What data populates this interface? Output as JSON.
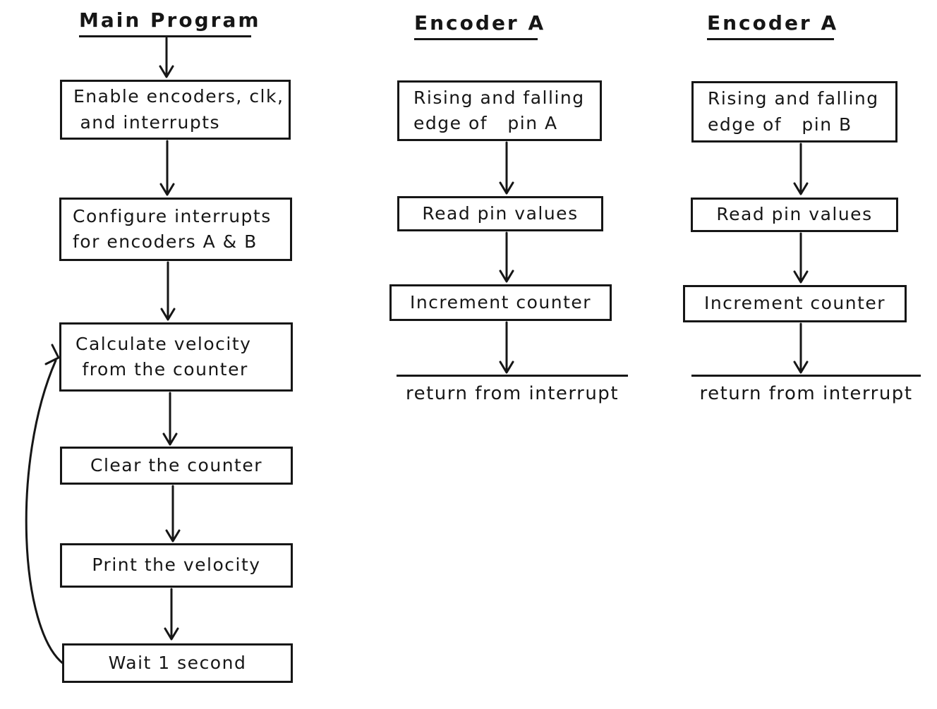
{
  "colors": {
    "ink": "#161616",
    "background": "#ffffff"
  },
  "columns": [
    {
      "title": "Main Program",
      "boxes": [
        {
          "label": "Enable encoders, clk,\n and interrupts"
        },
        {
          "label": "Configure interrupts\nfor encoders A & B"
        },
        {
          "label": "Calculate velocity\n from the counter"
        },
        {
          "label": "Clear the counter"
        },
        {
          "label": "Print the velocity"
        },
        {
          "label": "Wait 1 second"
        }
      ]
    },
    {
      "title": "Encoder A",
      "boxes": [
        {
          "label": "Rising and falling\nedge of   pin A"
        },
        {
          "label": "Read pin values"
        },
        {
          "label": "Increment counter"
        }
      ],
      "terminal_label": "return from interrupt"
    },
    {
      "title": "Encoder A",
      "boxes": [
        {
          "label": "Rising and falling\nedge of   pin B"
        },
        {
          "label": "Read pin values"
        },
        {
          "label": "Increment counter"
        }
      ],
      "terminal_label": "return from interrupt"
    }
  ]
}
